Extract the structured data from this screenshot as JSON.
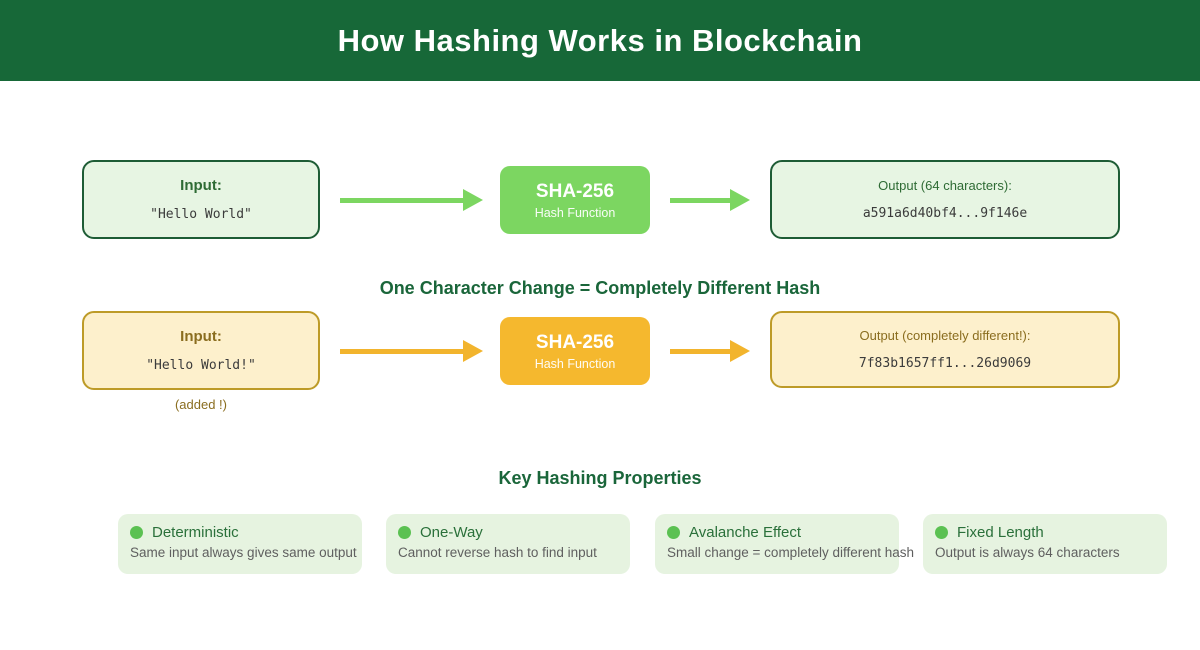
{
  "header": {
    "title": "How Hashing Works in Blockchain"
  },
  "colors": {
    "header_green": "#176838",
    "flow_green": "#7cd661",
    "light_green_bg": "#e7f5e3",
    "dark_green_border": "#1e5c35",
    "flow_yellow": "#f5b82e",
    "light_yellow_bg": "#fdf0cc",
    "gold_border": "#bd9b28",
    "heading_green": "#1a663a",
    "dot_green": "#5bc152"
  },
  "flow1": {
    "input_label": "Input:",
    "input_value": "\"Hello World\"",
    "hash_name": "SHA-256",
    "hash_subtitle": "Hash Function",
    "output_label": "Output (64 characters):",
    "output_value": "a591a6d40bf4...9f146e"
  },
  "middle_heading": "One Character Change = Completely Different Hash",
  "flow2": {
    "input_label": "Input:",
    "input_value": "\"Hello World!\"",
    "input_note": "(added !)",
    "hash_name": "SHA-256",
    "hash_subtitle": "Hash Function",
    "output_label": "Output (completely different!):",
    "output_value": "7f83b1657ff1...26d9069"
  },
  "properties": {
    "heading": "Key Hashing Properties",
    "items": [
      {
        "title": "Deterministic",
        "description": "Same input always gives same output"
      },
      {
        "title": "One-Way",
        "description": "Cannot reverse hash to find input"
      },
      {
        "title": "Avalanche Effect",
        "description": "Small change = completely different hash"
      },
      {
        "title": "Fixed Length",
        "description": "Output is always 64 characters"
      }
    ]
  }
}
